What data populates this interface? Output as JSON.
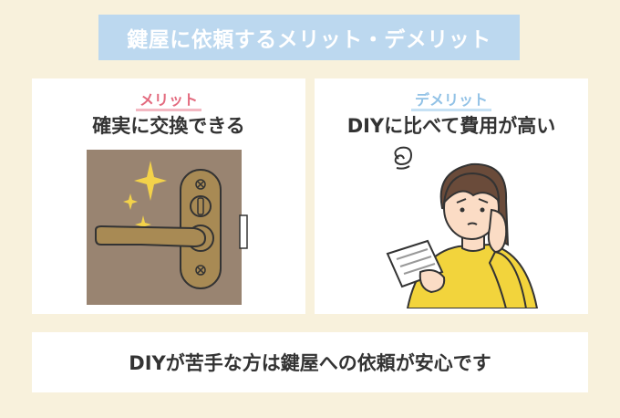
{
  "title": "鍵屋に依頼するメリット・デメリット",
  "merit": {
    "tag": "メリット",
    "heading": "確実に交換できる",
    "illustration_icon": "door-lever-handle-icon"
  },
  "demerit": {
    "tag": "デメリット",
    "heading": "DIYに比べて費用が高い",
    "illustration_icon": "worried-woman-with-receipt-icon"
  },
  "conclusion": "DIYが苦手な方は鍵屋への依頼が安心です",
  "colors": {
    "background": "#f8f1dc",
    "title_bar": "#bcd8ef",
    "merit_tag": "#e36a7e",
    "demerit_tag": "#92c2e6",
    "door_panel": "#998471",
    "handle_brass": "#a88a54",
    "sweater": "#f2d43c"
  }
}
